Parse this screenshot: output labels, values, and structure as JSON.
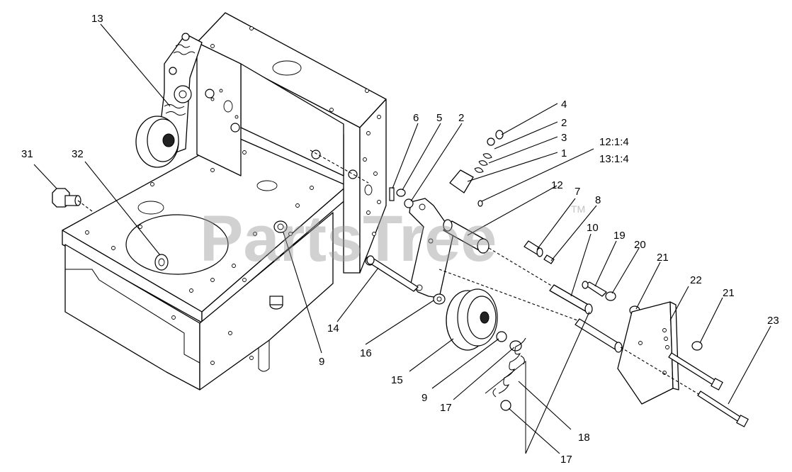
{
  "callouts": {
    "c13": "13",
    "c31": "31",
    "c32": "32",
    "c9a": "9",
    "c6": "6",
    "c5": "5",
    "c2a": "2",
    "c4": "4",
    "c2b": "2",
    "c3": "3",
    "c1": "1",
    "c12_1_4": "12:1:4",
    "c13_1_4": "13:1:4",
    "c12": "12",
    "c7": "7",
    "c8": "8",
    "c10": "10",
    "c19": "19",
    "c20": "20",
    "c21a": "21",
    "c22": "22",
    "c21b": "21",
    "c23": "23",
    "c14": "14",
    "c16": "16",
    "c15": "15",
    "c9b": "9",
    "c17a": "17",
    "c18": "18",
    "c17b": "17"
  },
  "watermark": {
    "text": "PartsTree",
    "tm": "TM"
  }
}
